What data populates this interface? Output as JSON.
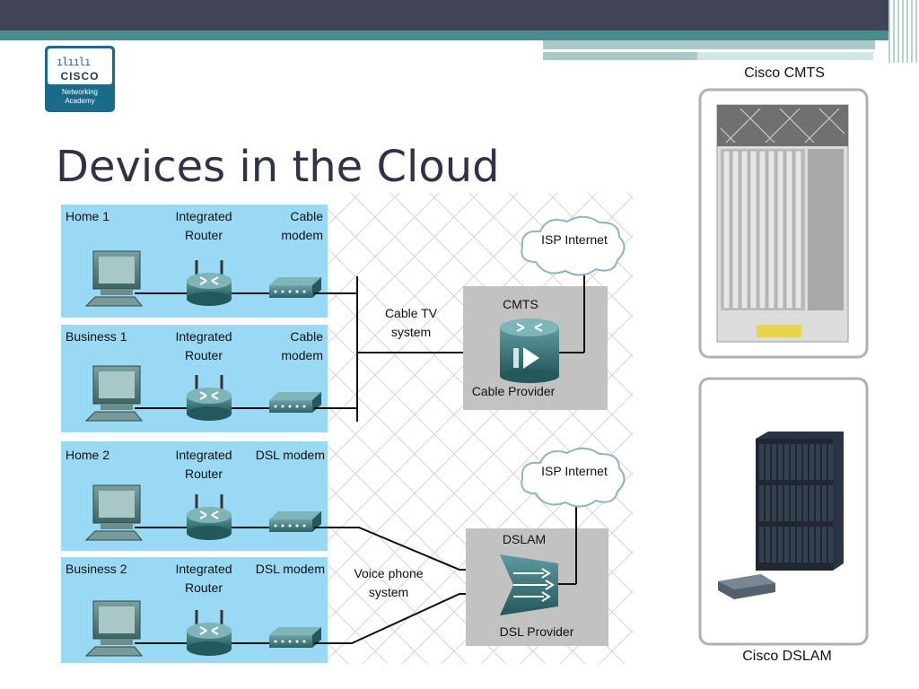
{
  "slide": {
    "title": "Devices in the Cloud",
    "logo": {
      "brand": "CISCO",
      "line1": "Networking",
      "line2": "Academy"
    }
  },
  "sites": [
    {
      "name": "Home 1",
      "router_label": [
        "Integrated",
        "Router"
      ],
      "modem_label": [
        "Cable",
        "modem"
      ]
    },
    {
      "name": "Business 1",
      "router_label": [
        "Integrated",
        "Router"
      ],
      "modem_label": [
        "Cable",
        "modem"
      ]
    },
    {
      "name": "Home 2",
      "router_label": [
        "Integrated",
        "Router"
      ],
      "modem_label": [
        "DSL modem"
      ]
    },
    {
      "name": "Business 2",
      "router_label": [
        "Integrated",
        "Router"
      ],
      "modem_label": [
        "DSL modem"
      ]
    }
  ],
  "cable_system": [
    "Cable TV",
    "system"
  ],
  "voice_system": [
    "Voice phone",
    "system"
  ],
  "cmts_box": {
    "title": "CMTS",
    "provider": "Cable Provider",
    "cloud": "ISP Internet"
  },
  "dslam_box": {
    "title": "DSLAM",
    "provider": "DSL Provider",
    "cloud": "ISP Internet"
  },
  "photos": {
    "top_caption": "Cisco CMTS",
    "bottom_caption": "Cisco DSLAM"
  },
  "colors": {
    "site_bg": "#99d9f4",
    "provider_bg": "#c2c2c2",
    "router": "#2f6e72",
    "accent_teal": "#4d8c8e",
    "title": "#2f3345"
  }
}
